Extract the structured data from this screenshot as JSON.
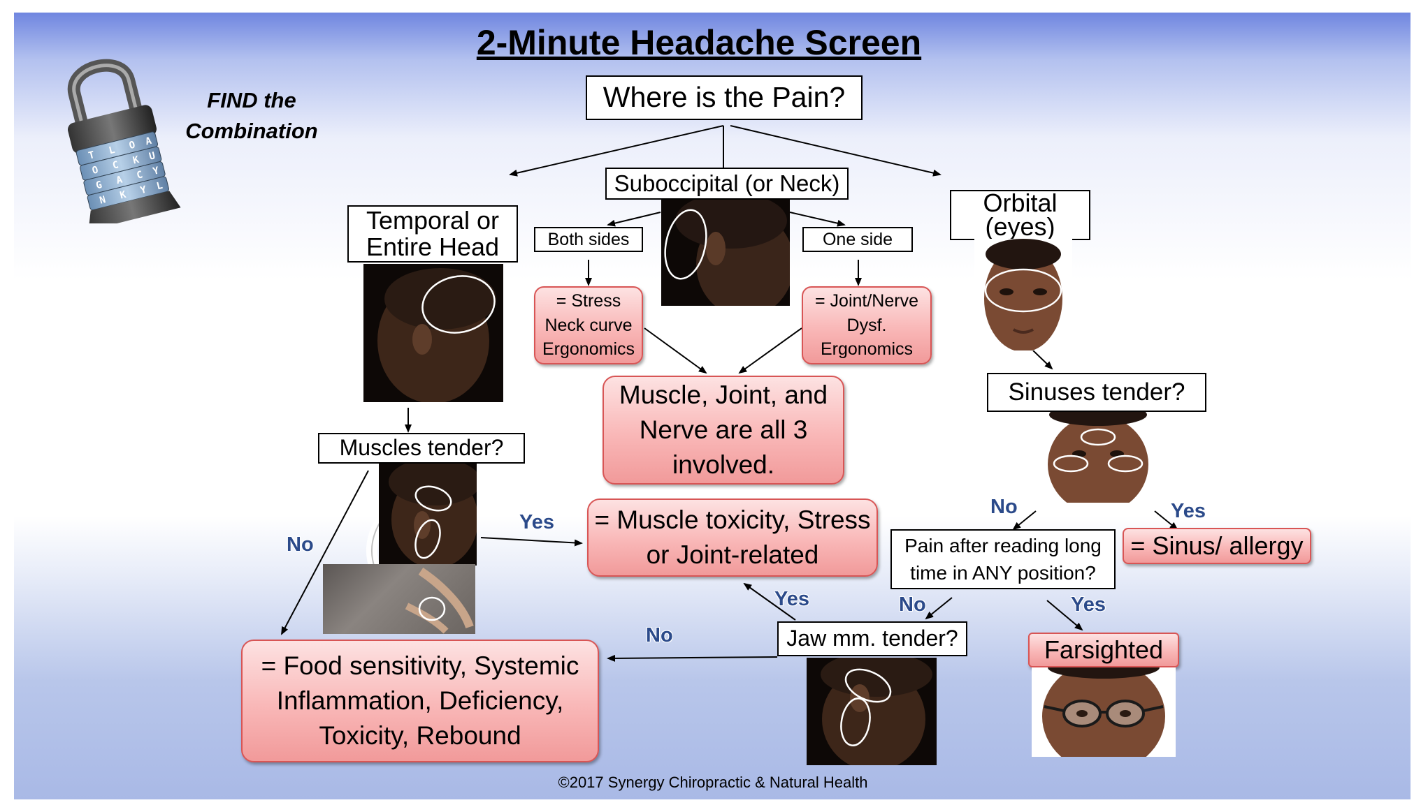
{
  "title": "2-Minute Headache Screen",
  "subtitle": "FIND the Combination",
  "lock_letters": [
    "T",
    "L",
    "O",
    "A",
    "O",
    "C",
    "K",
    "U",
    "G",
    "A",
    "C",
    "Y",
    "N",
    "K",
    "Y",
    "L"
  ],
  "nodes": {
    "where": "Where is the Pain?",
    "suboccipital": "Suboccipital (or Neck)",
    "temporal": "Temporal or Entire Head",
    "orbital": "Orbital (eyes)",
    "both_sides": "Both sides",
    "one_side": "One side",
    "stress": "= Stress Neck curve Ergonomics",
    "joint_nerve": "= Joint/Nerve Dysf. Ergonomics",
    "mjn": "Muscle, Joint, and Nerve are all 3 involved.",
    "sinuses": "Sinuses tender?",
    "muscles": "Muscles tender?",
    "muscle_tox": "= Muscle toxicity, Stress or Joint-related",
    "pain_reading": "Pain after reading long time in ANY position?",
    "sinus_allergy": "= Sinus/ allergy",
    "jaw": "Jaw mm. tender?",
    "farsighted": "Farsighted",
    "food": "= Food sensitivity, Systemic Inflammation, Deficiency, Toxicity, Rebound"
  },
  "labels": {
    "yes": "Yes",
    "no": "No"
  },
  "footer": "©2017 Synergy Chiropractic & Natural Health",
  "colors": {
    "pink_fill": "#f9b7b7",
    "pink_border": "#d85555",
    "yes_no_text": "#2b4a8a"
  }
}
